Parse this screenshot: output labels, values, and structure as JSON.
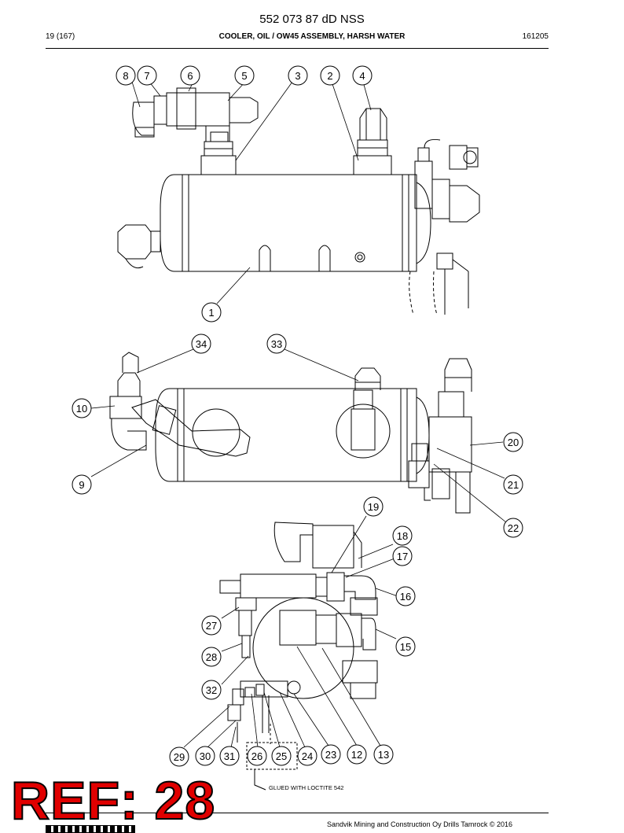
{
  "header": {
    "doc_number": "552 073 87 dD NSS",
    "page": "19 (167)",
    "title": "COOLER, OIL / OW45 ASSEMBLY, HARSH WATER",
    "code": "161205"
  },
  "drawing": {
    "callouts": [
      "8",
      "7",
      "6",
      "5",
      "3",
      "2",
      "4",
      "1",
      "34",
      "33",
      "10",
      "20",
      "9",
      "21",
      "22",
      "19",
      "18",
      "17",
      "16",
      "27",
      "15",
      "28",
      "32",
      "29",
      "30",
      "31",
      "26",
      "25",
      "24",
      "23",
      "12",
      "13"
    ],
    "note": "GLUED WITH LOCTITE 542"
  },
  "stamp": {
    "text": "REF: 28"
  },
  "footer": {
    "copyright": "Sandvik Mining and Construction Oy Drills Tamrock © 2016"
  }
}
